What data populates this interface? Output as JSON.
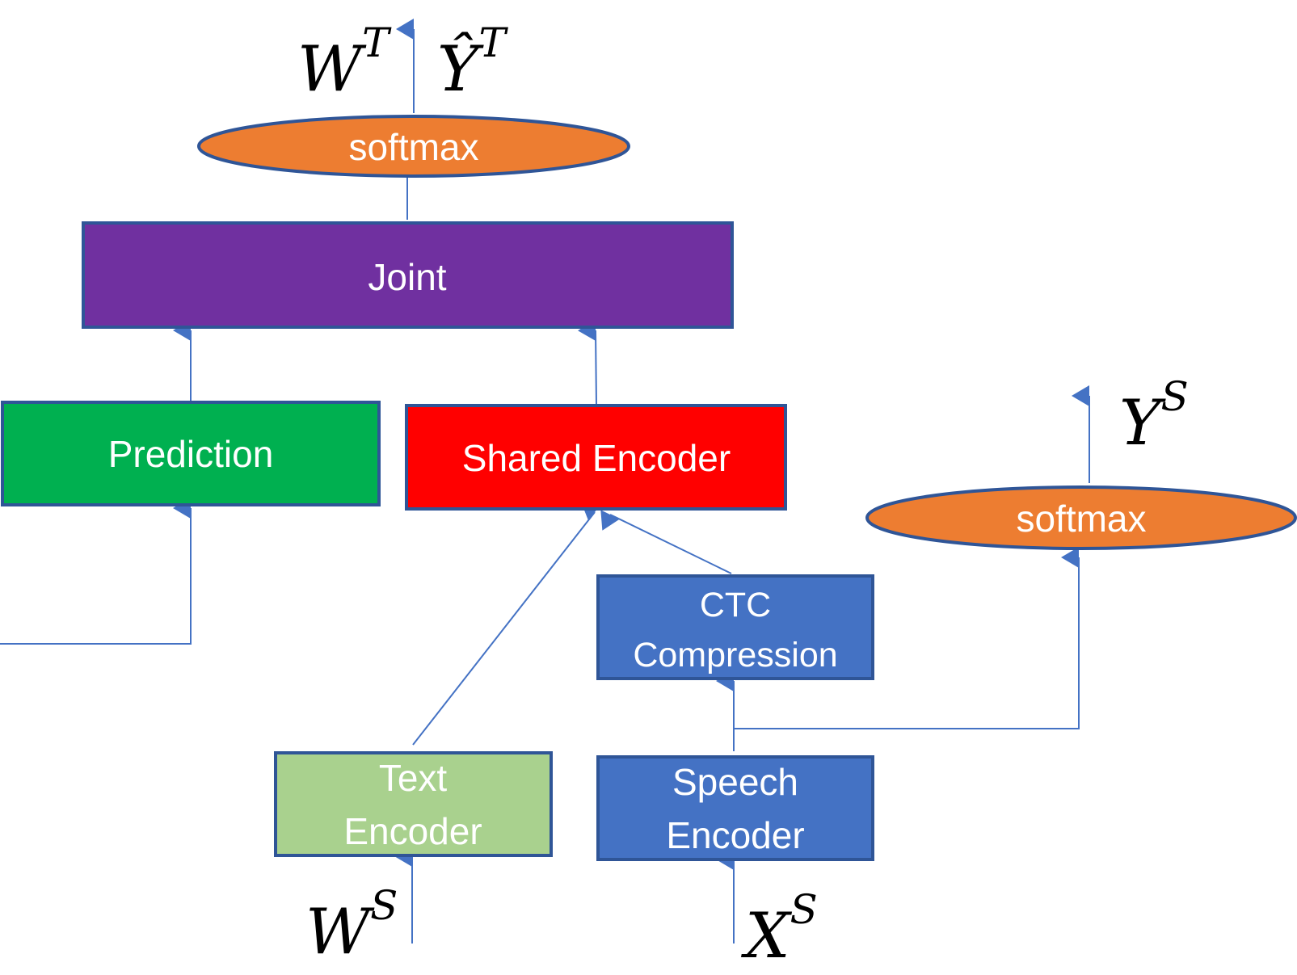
{
  "nodes": {
    "softmax_top": {
      "label": "softmax",
      "fill": "#ED7D31",
      "stroke": "#2F5597"
    },
    "joint": {
      "label": "Joint",
      "fill": "#7030A0",
      "stroke": "#2F5597"
    },
    "prediction": {
      "label": "Prediction",
      "fill": "#00B050",
      "stroke": "#2F5597"
    },
    "shared_encoder": {
      "label": "Shared Encoder",
      "fill": "#FF0000",
      "stroke": "#2F5597"
    },
    "softmax_right": {
      "label": "softmax",
      "fill": "#ED7D31",
      "stroke": "#2F5597"
    },
    "ctc_compression": {
      "line1": "CTC",
      "line2": "Compression",
      "fill": "#4472C4",
      "stroke": "#2F5597"
    },
    "text_encoder": {
      "line1": "Text",
      "line2": "Encoder",
      "fill": "#A9D18E",
      "stroke": "#2F5597"
    },
    "speech_encoder": {
      "line1": "Speech",
      "line2": "Encoder",
      "fill": "#4472C4",
      "stroke": "#2F5597"
    }
  },
  "labels": {
    "w_t": {
      "base": "W",
      "sup": "T"
    },
    "y_hat_t": {
      "base": "Ŷ",
      "sup": "T"
    },
    "y_s": {
      "base": "Y",
      "sup": "S"
    },
    "w_s": {
      "base": "W",
      "sup": "S"
    },
    "x_s": {
      "base": "X",
      "sup": "S"
    }
  },
  "colors": {
    "arrow": "#4472C4"
  }
}
